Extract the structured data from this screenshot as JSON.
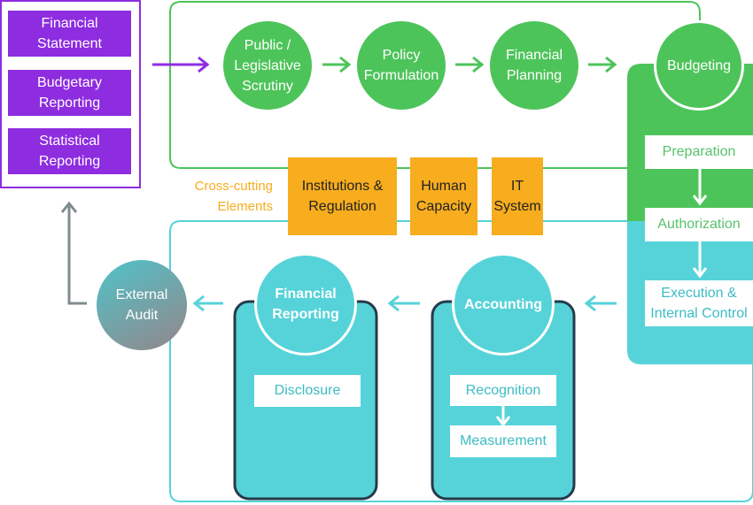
{
  "colors": {
    "purple": "#8e2ce0",
    "green": "#4dc45a",
    "teal": "#56d3d9",
    "orange": "#f7ad1e",
    "grey": "#7f8c8d"
  },
  "reports": [
    {
      "label": "Financial\nStatement"
    },
    {
      "label": "Budgetary\nReporting"
    },
    {
      "label": "Statistical\nReporting"
    }
  ],
  "planning": [
    {
      "label": "Public /\nLegislative\nScrutiny"
    },
    {
      "label": "Policy\nFormulation"
    },
    {
      "label": "Financial\nPlanning"
    }
  ],
  "budgeting": {
    "title": "Budgeting",
    "steps": [
      "Preparation",
      "Authorization",
      "Execution &\nInternal Control"
    ]
  },
  "cross_cutting": {
    "label": "Cross-cutting\nElements",
    "items": [
      "Institutions &\nRegulation",
      "Human\nCapacity",
      "IT\nSystem"
    ]
  },
  "accounting": {
    "title": "Accounting",
    "steps": [
      "Recognition",
      "Measurement"
    ]
  },
  "financial_reporting": {
    "title": "Financial\nReporting",
    "steps": [
      "Disclosure"
    ]
  },
  "external_audit": {
    "label": "External\nAudit"
  }
}
